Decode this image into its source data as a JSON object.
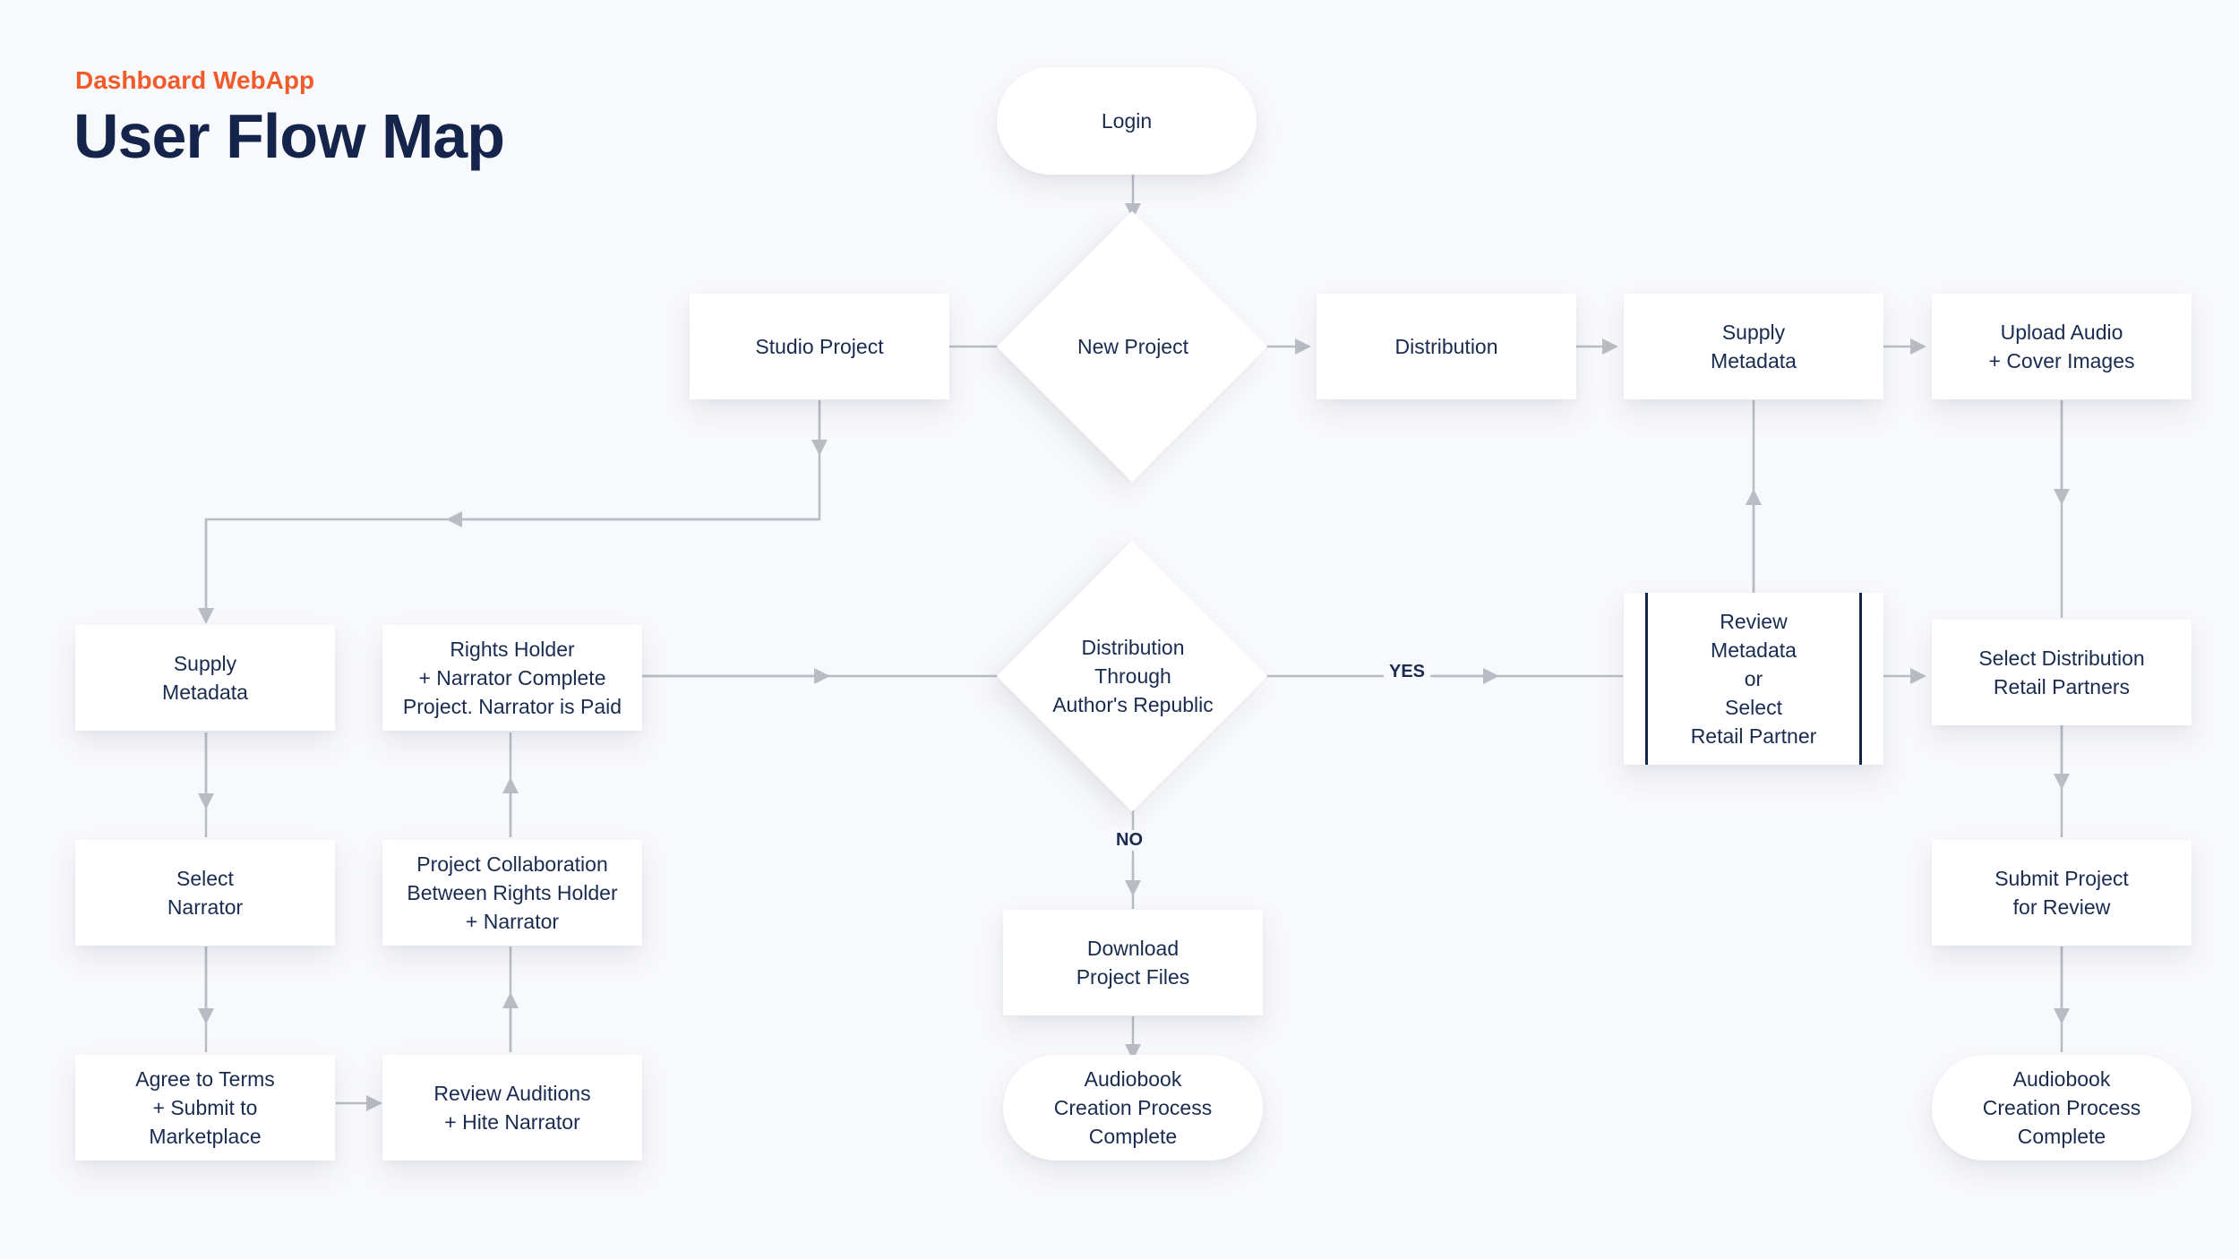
{
  "header": {
    "subtitle": "Dashboard WebApp",
    "title": "User Flow Map"
  },
  "nodes": {
    "login": "Login",
    "new_project": "New Project",
    "studio_project": "Studio Project",
    "distribution": "Distribution",
    "supply_metadata_top": "Supply\nMetadata",
    "upload_audio": "Upload Audio\n+ Cover Images",
    "supply_metadata_left": "Supply\nMetadata",
    "rights_holder": "Rights Holder\n+ Narrator Complete\nProject. Narrator is Paid",
    "distribution_decision": "Distribution\nThrough\nAuthor's Republic",
    "review_metadata": "Review\nMetadata\nor\nSelect\nRetail Partner",
    "select_distribution": "Select Distribution\nRetail Partners",
    "select_narrator": "Select\nNarrator",
    "project_collaboration": "Project Collaboration\nBetween Rights Holder\n+ Narrator",
    "download_files": "Download\nProject Files",
    "submit_project": "Submit Project\nfor Review",
    "agree_terms": "Agree to Terms\n+ Submit to\nMarketplace",
    "review_auditions": "Review Auditions\n+ Hite Narrator",
    "complete_center": "Audiobook\nCreation Process\nComplete",
    "complete_right": "Audiobook\nCreation Process\nComplete"
  },
  "edge_labels": {
    "yes": "YES",
    "no": "NO"
  },
  "colors": {
    "accent": "#f15a2b",
    "title": "#14244a",
    "connector": "#b9bcc4"
  }
}
